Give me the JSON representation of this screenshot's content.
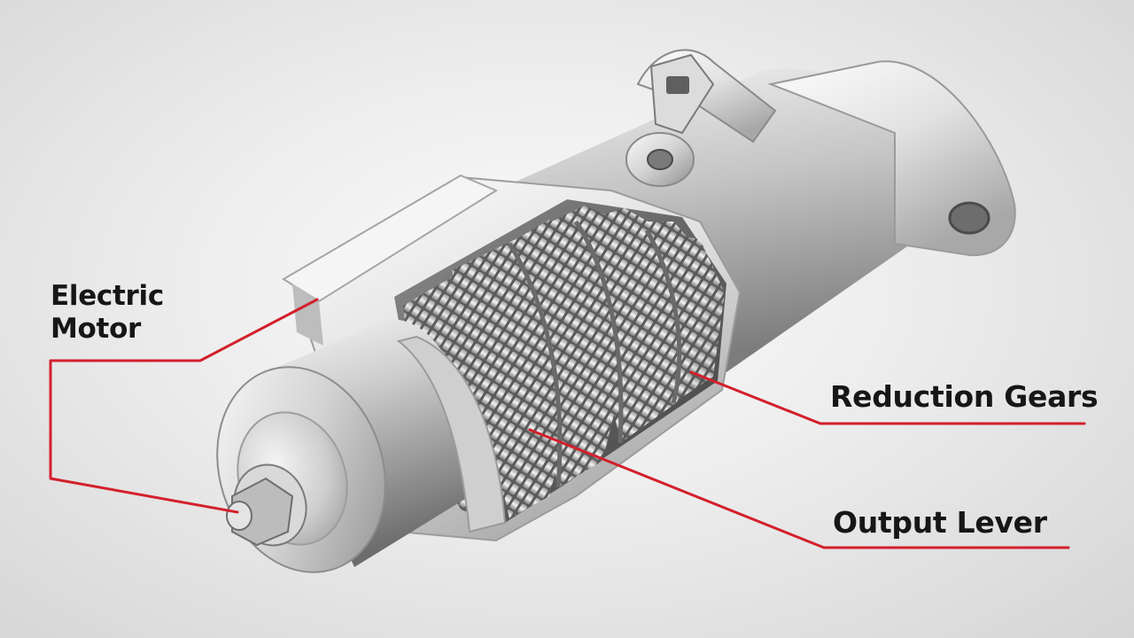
{
  "labels": {
    "electric_motor_line1": "Electric",
    "electric_motor_line2": "Motor",
    "reduction_gears": "Reduction Gears",
    "output_lever": "Output Lever"
  },
  "colors": {
    "leader_line": "#d3202c",
    "label_text": "#161616",
    "metal_light": "#f4f4f4",
    "metal_dark": "#8a8a8a",
    "background": "#e6e6e6"
  }
}
